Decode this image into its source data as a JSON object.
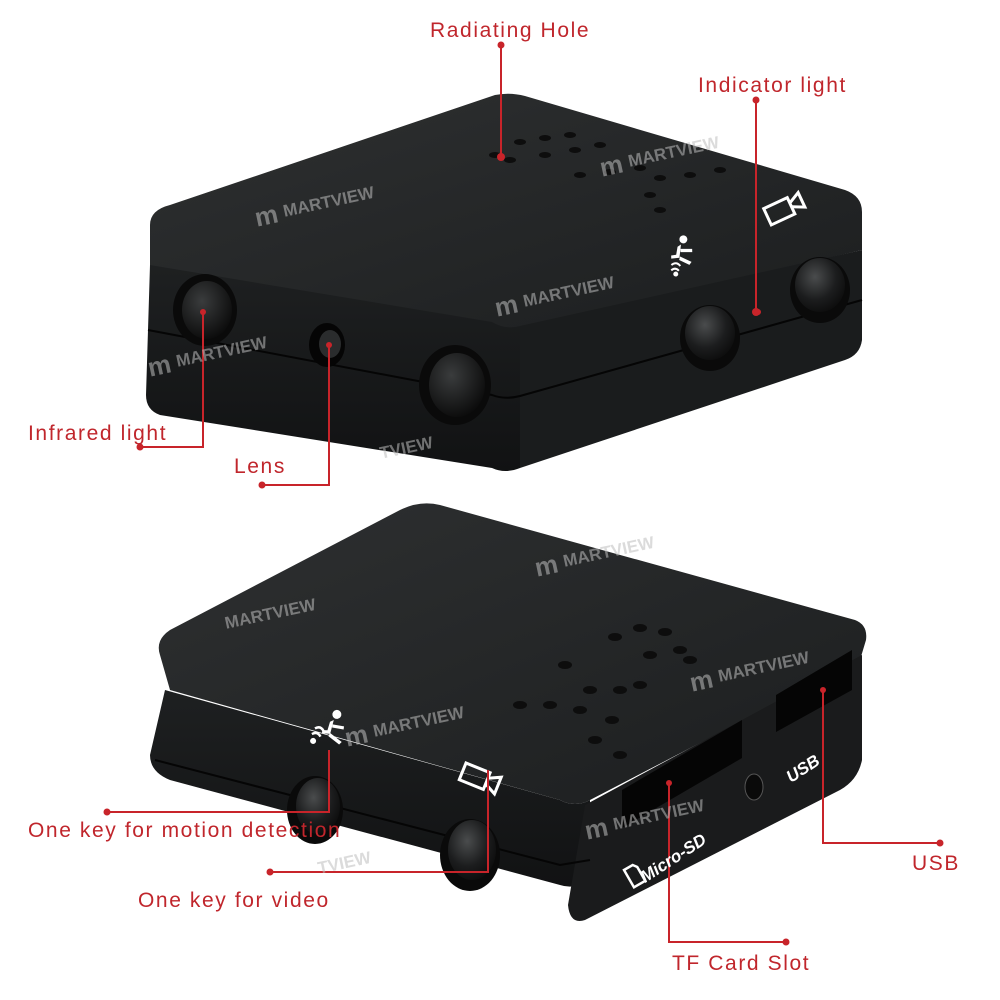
{
  "colors": {
    "label": "#c0262c",
    "leader_line": "#c8242a",
    "device_body": "#1f2122",
    "device_top": "#2a2c2d",
    "background": "#ffffff"
  },
  "top_device": {
    "callouts": {
      "radiating_hole": "Radiating Hole",
      "indicator_light": "Indicator light",
      "infrared_light": "Infrared light",
      "lens": "Lens"
    },
    "icons": [
      "motion-detection-icon",
      "video-camera-icon"
    ]
  },
  "bottom_device": {
    "callouts": {
      "motion_key": "One key for motion detection",
      "video_key": "One key for video",
      "usb": "USB",
      "tf_card_slot": "TF Card Slot"
    },
    "markings": {
      "micro_sd": "Micro-SD",
      "usb": "USB"
    },
    "icons": [
      "motion-detection-icon",
      "video-camera-icon",
      "sd-card-icon"
    ]
  },
  "watermark": {
    "logo": "m",
    "text": "MARTVIEW",
    "partial_text": "TVIEW"
  }
}
